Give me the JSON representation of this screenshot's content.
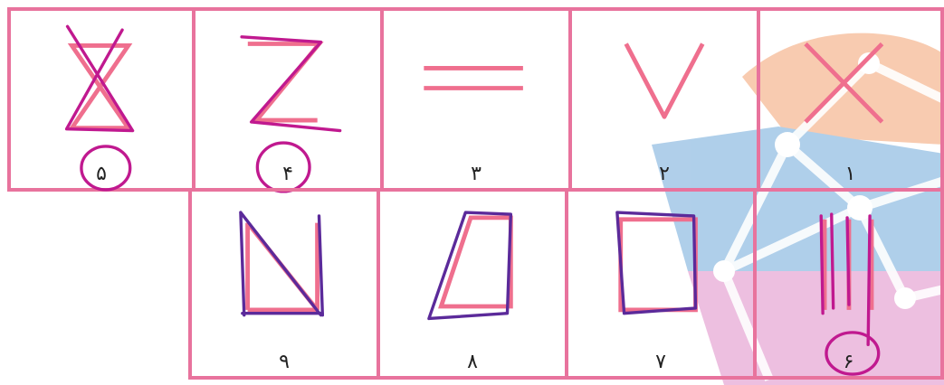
{
  "colors": {
    "grid": "#e8739d",
    "print_stroke": "#ef6f8e",
    "pen_magenta": "#c0198f",
    "pen_purple": "#5b2a9a",
    "watermark_orange": "#f3a271",
    "watermark_blue": "#6fa8d9",
    "watermark_pink": "#df8cc7"
  },
  "row1": [
    {
      "id": "cell-5",
      "number": "۵",
      "shape": "bowtie-x",
      "traced": true,
      "circled": true
    },
    {
      "id": "cell-4",
      "number": "۴",
      "shape": "z-shape",
      "traced": true,
      "circled": true
    },
    {
      "id": "cell-3",
      "number": "۳",
      "shape": "parallel-lines",
      "traced": false,
      "circled": false
    },
    {
      "id": "cell-2",
      "number": "۲",
      "shape": "v-shape",
      "traced": false,
      "circled": false
    },
    {
      "id": "cell-1",
      "number": "۱",
      "shape": "x-cross",
      "traced": false,
      "circled": false
    }
  ],
  "row2": [
    {
      "id": "cell-9",
      "number": "۹",
      "shape": "n-shape",
      "traced": true,
      "circled": false
    },
    {
      "id": "cell-8",
      "number": "۸",
      "shape": "trapezoid",
      "traced": true,
      "circled": false
    },
    {
      "id": "cell-7",
      "number": "۷",
      "shape": "square",
      "traced": true,
      "circled": false
    },
    {
      "id": "cell-6",
      "number": "۶",
      "shape": "three-vertical-lines",
      "traced": true,
      "circled": true
    }
  ]
}
